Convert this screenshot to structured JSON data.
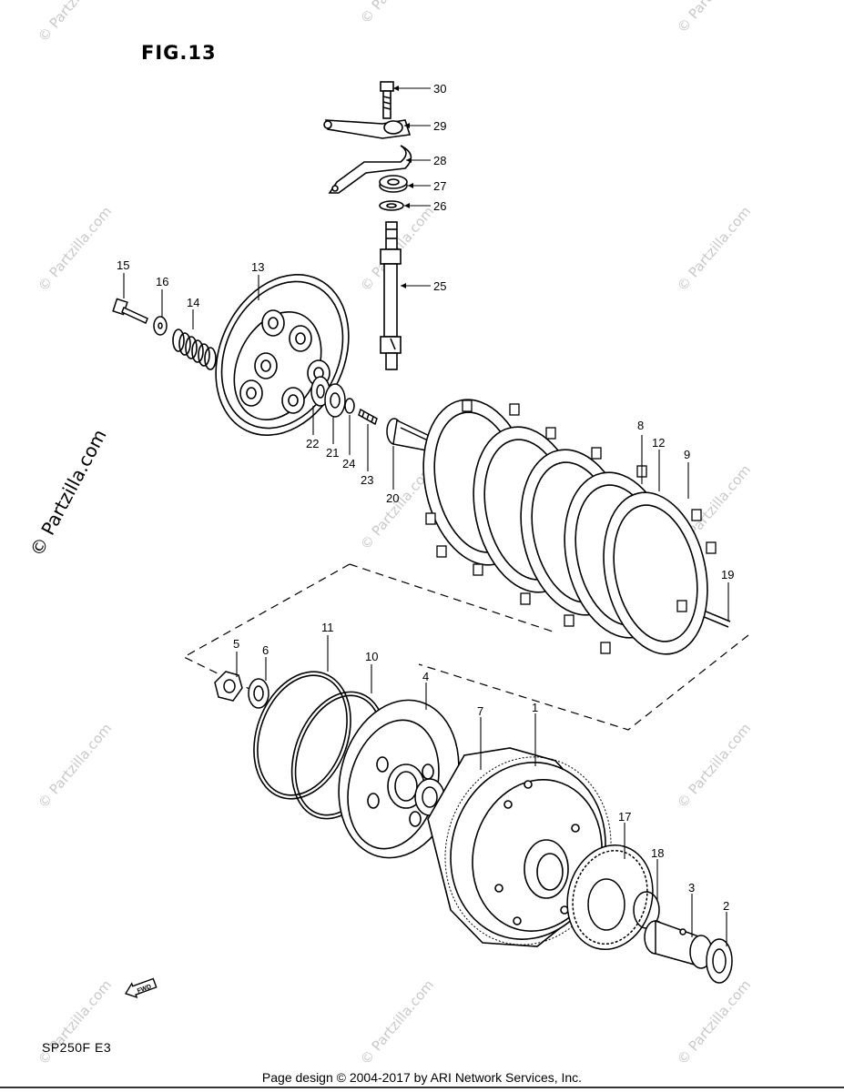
{
  "figure": {
    "title": "FIG.13",
    "model_code": "SP250F  E3"
  },
  "footer": {
    "text": "Page design © 2004-2017 by ARI Network Services, Inc."
  },
  "watermark": {
    "small_text": "© Partzilla.com",
    "large_text": "© Partzilla.com"
  },
  "fwd_icon": {
    "text": "FWD"
  },
  "callouts": [
    "30",
    "29",
    "28",
    "27",
    "26",
    "25",
    "15",
    "16",
    "14",
    "13",
    "22",
    "21",
    "24",
    "23",
    "20",
    "8",
    "12",
    "9",
    "19",
    "11",
    "10",
    "5",
    "6",
    "4",
    "7",
    "1",
    "17",
    "18",
    "3",
    "2"
  ],
  "colors": {
    "ink": "#000000",
    "watermark": "#c9c9c9",
    "background": "#ffffff"
  }
}
